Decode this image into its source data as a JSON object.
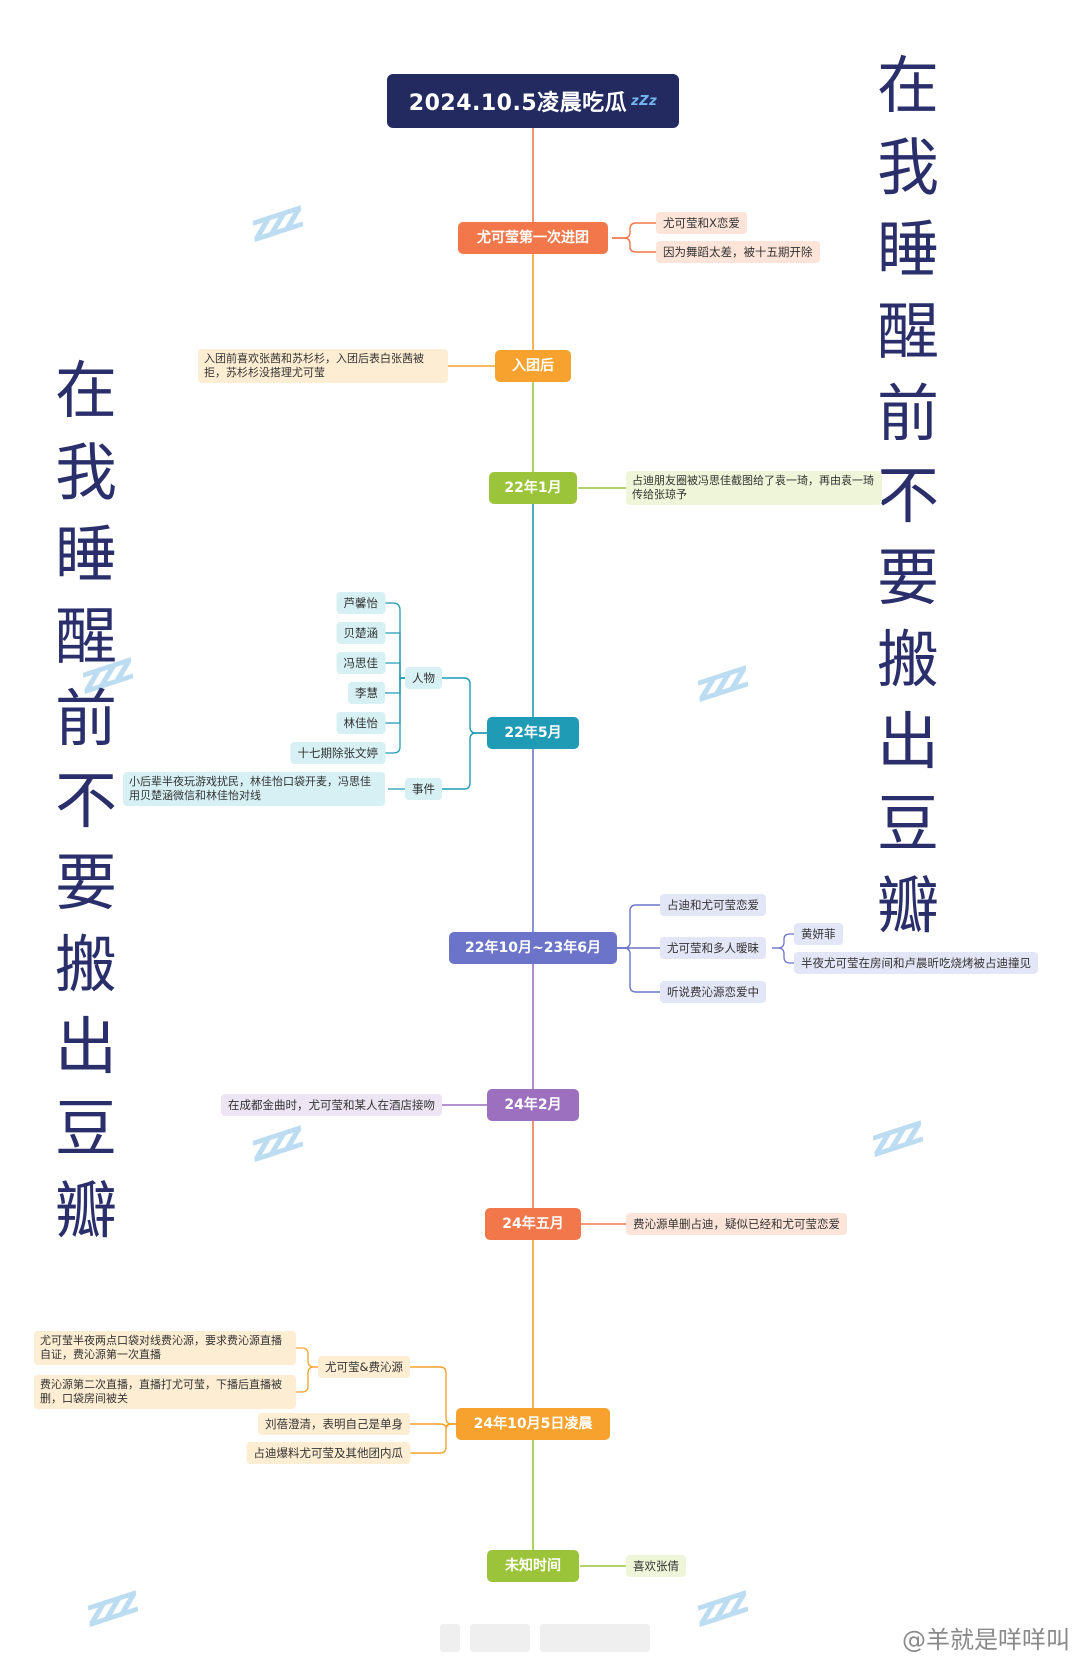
{
  "title": "2024.10.5凌晨吃瓜",
  "title_decoration": "zZz",
  "side_text": "在我睡醒前不要搬出豆瓣",
  "nodes": {
    "first_join": "尤可莹第一次进团",
    "after_join": "入团后",
    "jan22": "22年1月",
    "may22": "22年5月",
    "oct22_jun23": "22年10月~23年6月",
    "feb24": "24年2月",
    "may24": "24年五月",
    "oct5_24": "24年10月5日凌晨",
    "unknown": "未知时间"
  },
  "leaves": {
    "first_join_1": "尤可莹和X恋爱",
    "first_join_2": "因为舞蹈太差，被十五期开除",
    "after_join_1": "入团前喜欢张茜和苏杉杉，入团后表白张茜被拒，苏杉杉没搭理尤可莹",
    "jan22_1": "占迪朋友圈被冯思佳截图给了袁一琦，再由袁一琦传给张琼予",
    "may22_people": "人物",
    "may22_events": "事件",
    "person_1": "芦馨怡",
    "person_2": "贝楚涵",
    "person_3": "冯思佳",
    "person_4": "李慧",
    "person_5": "林佳怡",
    "person_6": "十七期除张文婷",
    "event_1": "小后辈半夜玩游戏扰民，林佳怡口袋开麦，冯思佳用贝楚涵微信和林佳怡对线",
    "oct22_1": "占迪和尤可莹恋爱",
    "oct22_2": "尤可莹和多人暧昧",
    "oct22_2a": "黄妍菲",
    "oct22_2b": "半夜尤可莹在房间和卢晨昕吃烧烤被占迪撞见",
    "oct22_3": "听说费沁源恋爱中",
    "feb24_1": "在成都金曲时，尤可莹和某人在酒店接吻",
    "may24_1": "费沁源单删占迪，疑似已经和尤可莹恋爱",
    "oct5_group": "尤可莹&费沁源",
    "oct5_a": "尤可莹半夜两点口袋对线费沁源，要求费沁源直播自证，费沁源第一次直播",
    "oct5_b": "费沁源第二次直播，直播打尤可莹，下播后直播被删，口袋房间被关",
    "oct5_2": "刘蓓澄清，表明自己是单身",
    "oct5_3": "占迪爆料尤可莹及其他团内瓜",
    "unknown_1": "喜欢张倩"
  },
  "watermark": "@羊就是咩咩叫",
  "colors": {
    "title_bg": "#222a5f",
    "first_join": "#f2784b",
    "after_join": "#f7a22e",
    "jan22": "#9cc43a",
    "may22": "#1f9bb5",
    "oct22": "#6b74c9",
    "feb24": "#9c6fbf",
    "may24": "#f2784b",
    "oct5": "#f7a22e",
    "unknown": "#9cc43a",
    "side_text": "#2a2f6b"
  }
}
